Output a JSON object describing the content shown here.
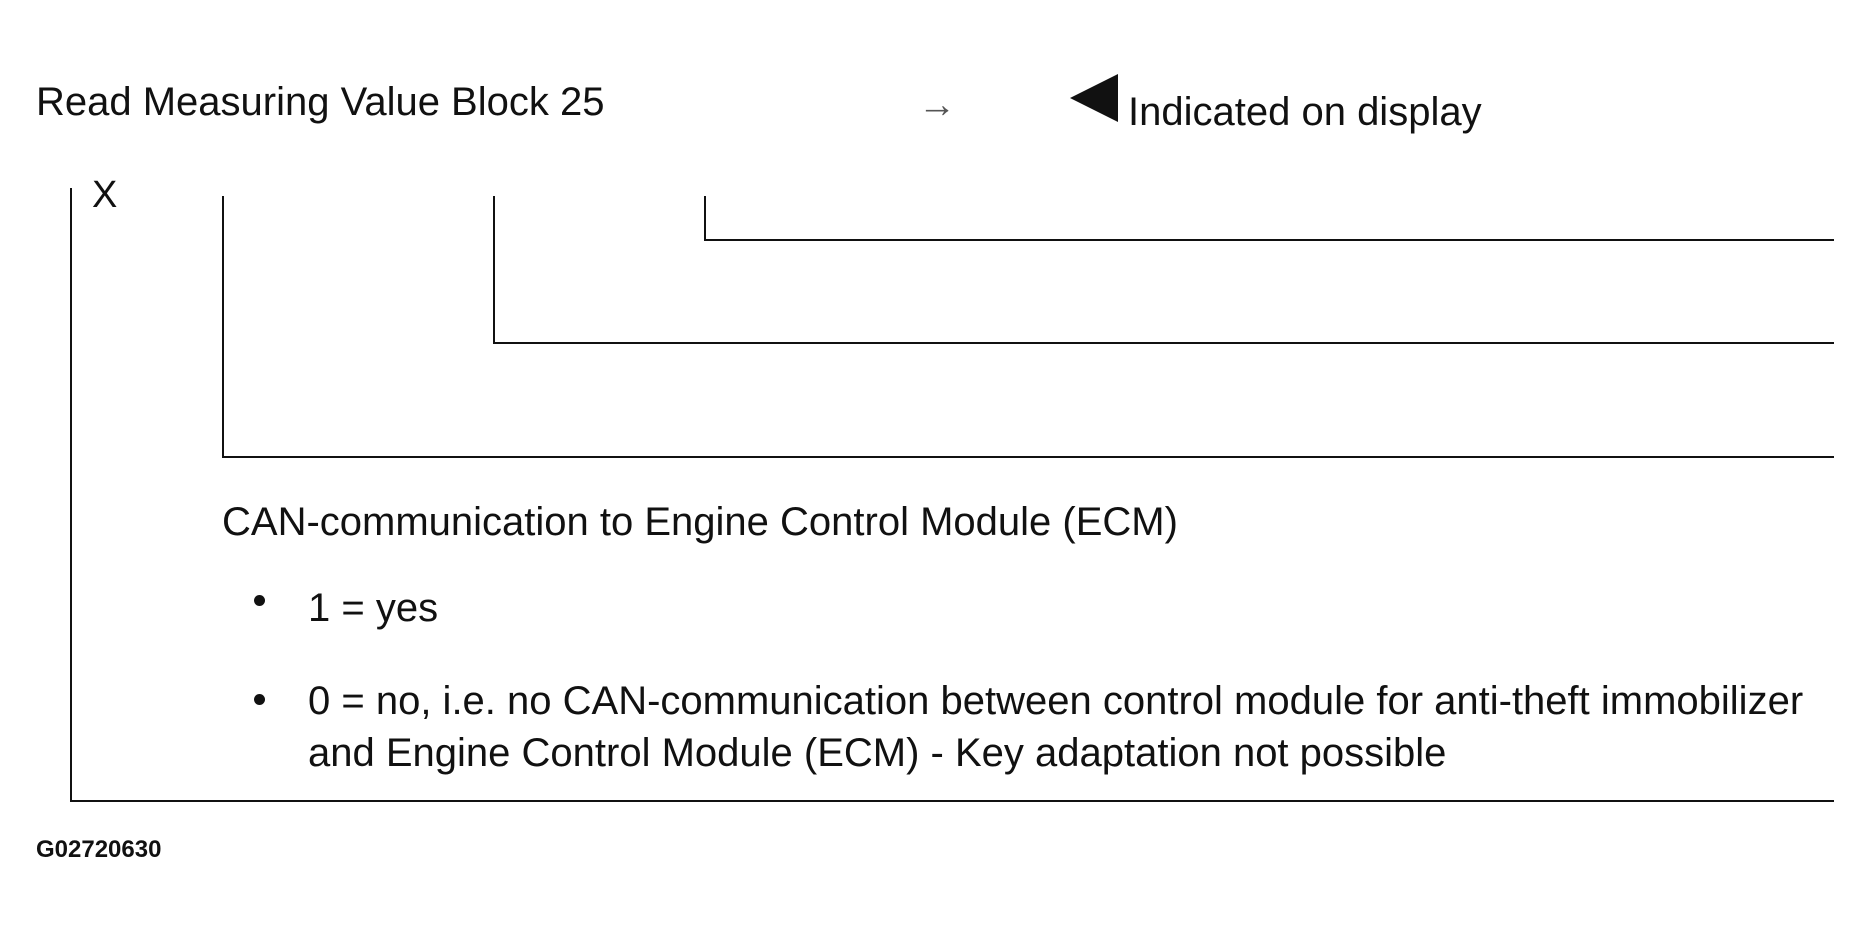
{
  "heading": "Read Measuring Value Block 25",
  "arrow_glyph": "→",
  "indicator_label": "Indicated on display",
  "field_marker": "X",
  "field_description": "CAN-communication to Engine Control Module (ECM)",
  "items": [
    {
      "text": "1 = yes"
    },
    {
      "text_line1": "0 = no, i.e. no CAN-communication between control module for anti-theft immobilizer",
      "text_line2": "and Engine Control Module (ECM) - Key adaptation not possible"
    }
  ],
  "figure_id": "G02720630",
  "colors": {
    "line": "#111111",
    "background": "#ffffff",
    "arrow": "#555555"
  }
}
